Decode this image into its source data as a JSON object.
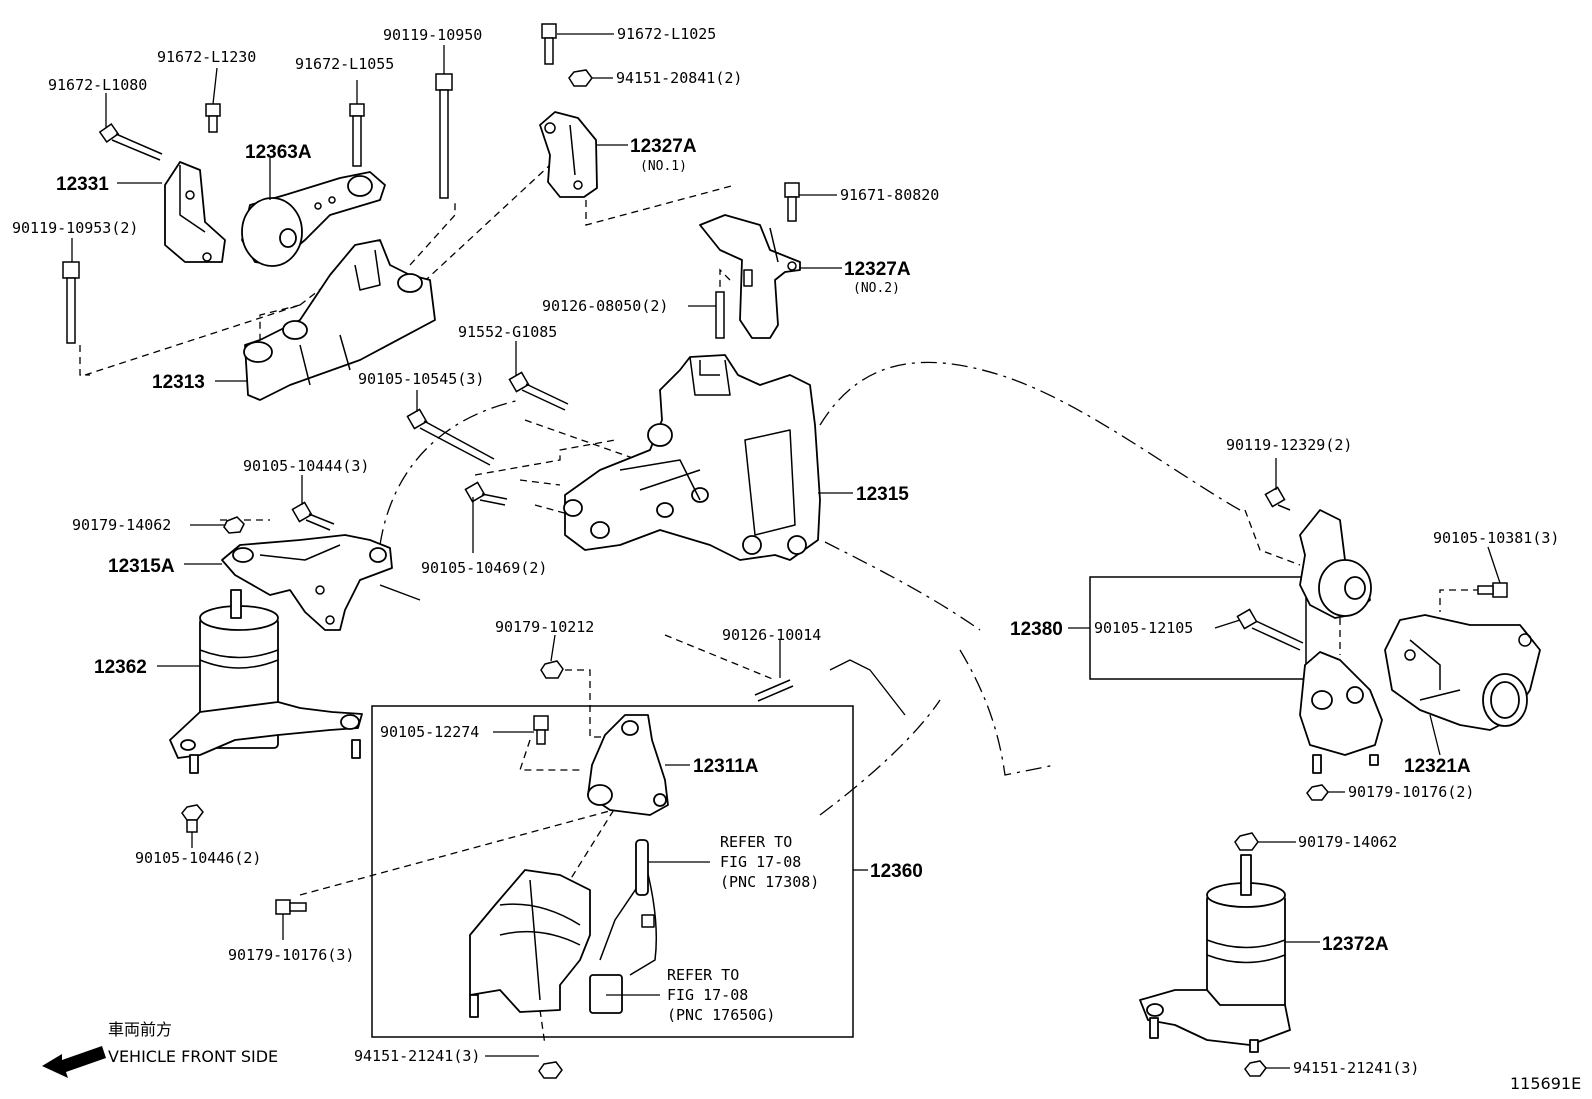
{
  "diagram_id": "115691E",
  "direction": {
    "japanese": "車両前方",
    "english": "VEHICLE FRONT SIDE"
  },
  "assemblies": [
    {
      "label": "12363A"
    },
    {
      "label": "12331"
    },
    {
      "label": "12313"
    },
    {
      "label": "12327A",
      "sub": "(NO.1)"
    },
    {
      "label": "12327A",
      "sub": "(NO.2)"
    },
    {
      "label": "12315"
    },
    {
      "label": "12315A"
    },
    {
      "label": "12362"
    },
    {
      "label": "12311A"
    },
    {
      "label": "12360"
    },
    {
      "label": "12380"
    },
    {
      "label": "12321A"
    },
    {
      "label": "12372A"
    }
  ],
  "fasteners": [
    {
      "label": "91672-L1230"
    },
    {
      "label": "91672-L1080"
    },
    {
      "label": "91672-L1055"
    },
    {
      "label": "90119-10950"
    },
    {
      "label": "91672-L1025"
    },
    {
      "label": "94151-20841(2)"
    },
    {
      "label": "91671-80820"
    },
    {
      "label": "90119-10953(2)"
    },
    {
      "label": "90126-08050(2)"
    },
    {
      "label": "91552-G1085"
    },
    {
      "label": "90105-10545(3)"
    },
    {
      "label": "90105-10444(3)"
    },
    {
      "label": "90179-14062"
    },
    {
      "label": "90105-10469(2)"
    },
    {
      "label": "90119-12329(2)"
    },
    {
      "label": "90105-10381(3)"
    },
    {
      "label": "90105-12105"
    },
    {
      "label": "90179-10212"
    },
    {
      "label": "90126-10014"
    },
    {
      "label": "90105-12274"
    },
    {
      "label": "90179-10176(2)"
    },
    {
      "label": "90179-14062"
    },
    {
      "label": "94151-21241(3)"
    },
    {
      "label": "90105-10446(2)"
    },
    {
      "label": "90179-10176(3)"
    },
    {
      "label": "94151-21241(3)"
    }
  ],
  "references": [
    {
      "line1": "REFER TO",
      "line2": "FIG 17-08",
      "line3": "(PNC 17308)"
    },
    {
      "line1": "REFER TO",
      "line2": "FIG 17-08",
      "line3": "(PNC 17650G)"
    }
  ]
}
